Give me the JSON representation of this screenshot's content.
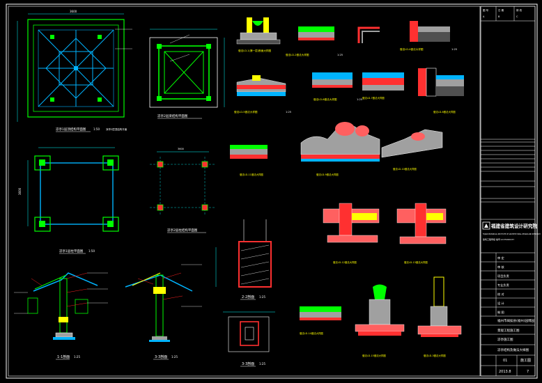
{
  "colors": {
    "background": "#000000",
    "frame": "#ffffff",
    "structure": "#00ff00",
    "beam": "#00b4ff",
    "dimension": "#00ffff",
    "annotation": "#ffffff",
    "leader": "#ff2020",
    "note": "#ffff00",
    "masonry": "#ff6060",
    "concrete": "#a0a0a0",
    "paving": "#ff3030",
    "planting": "#00ff00"
  },
  "labels": {
    "roof_plan": "凉亭1层顶结构平面图",
    "roof_scale": "1:50",
    "roof_note": "凉亭2层顶结构平面",
    "beam_plan": "凉亭2层梁结构平面图",
    "floor_plan": "凉亭1层柱平面图",
    "floor_scale": "1:50",
    "column_plan": "凉亭2层柱结构平面图",
    "section_1": "1-1剖面",
    "section_1_scale": "1:25",
    "section_2": "2-2剖面",
    "section_2_scale": "1:25",
    "section_3": "3-3剖面",
    "section_3_alt": "3-3剖面",
    "section_3_scale": "1:25",
    "d_ld1": "做法LD-1(第一层)断面大样图",
    "d_ld1_scale": "1:25",
    "d_ld2": "做法LD-2做法大样图",
    "d_ld2_scale": "1:25",
    "d_ld3": "做法LD-3做法大样图",
    "d_ld3_scale": "1:25",
    "d_ld4": "做法LD-4做法大样图",
    "d_ld4_scale": "1:25",
    "d_ld5": "做法LD-5做法大样图",
    "d_ld5_scale": "1:25",
    "d_ld6": "做法LD-6做法大样图",
    "d_ld6_scale": "1:25",
    "d_ld7": "做法LD-7做法大样图",
    "d_ld8": "做法LD-8做法大样图",
    "d_ld9": "做法LD-9做法大样图",
    "d_ld10": "做法LD-10做法大样图",
    "d_ld11": "做法LD-11做法大样图",
    "d_ld12": "做法LD-12做法大样图",
    "d_ld13": "做法LD-13做法大样图",
    "d_ld14": "做法LD-14做法大样图",
    "d_ld15": "做法LD-15做法大样图",
    "dim_top": "3600",
    "dim_side": "3600",
    "dim_3600_2": "3600",
    "dim_3600_3": "3600"
  },
  "title_block": {
    "company": "福建省建筑设计研究院",
    "company_en": "FUJIAN PROVINCIAL INSTITUTE OF ARCHITECTURAL DESIGN AND RESEARCH",
    "license": "建筑工程甲级 编号:A135000237",
    "rows": [
      "审 定",
      "审 核",
      "项目负责",
      "专业负责",
      "校 对",
      "设 计",
      "制 图"
    ],
    "project": "福州市闽侯县(福州)园博园",
    "project_sub": "景观工程施工图",
    "drawing": "凉亭施工图",
    "drawing_sub": "凉亭结构及做法大样图",
    "number": "01",
    "date": "2013.8",
    "sheet": "7",
    "sheet_label": "施工图"
  }
}
